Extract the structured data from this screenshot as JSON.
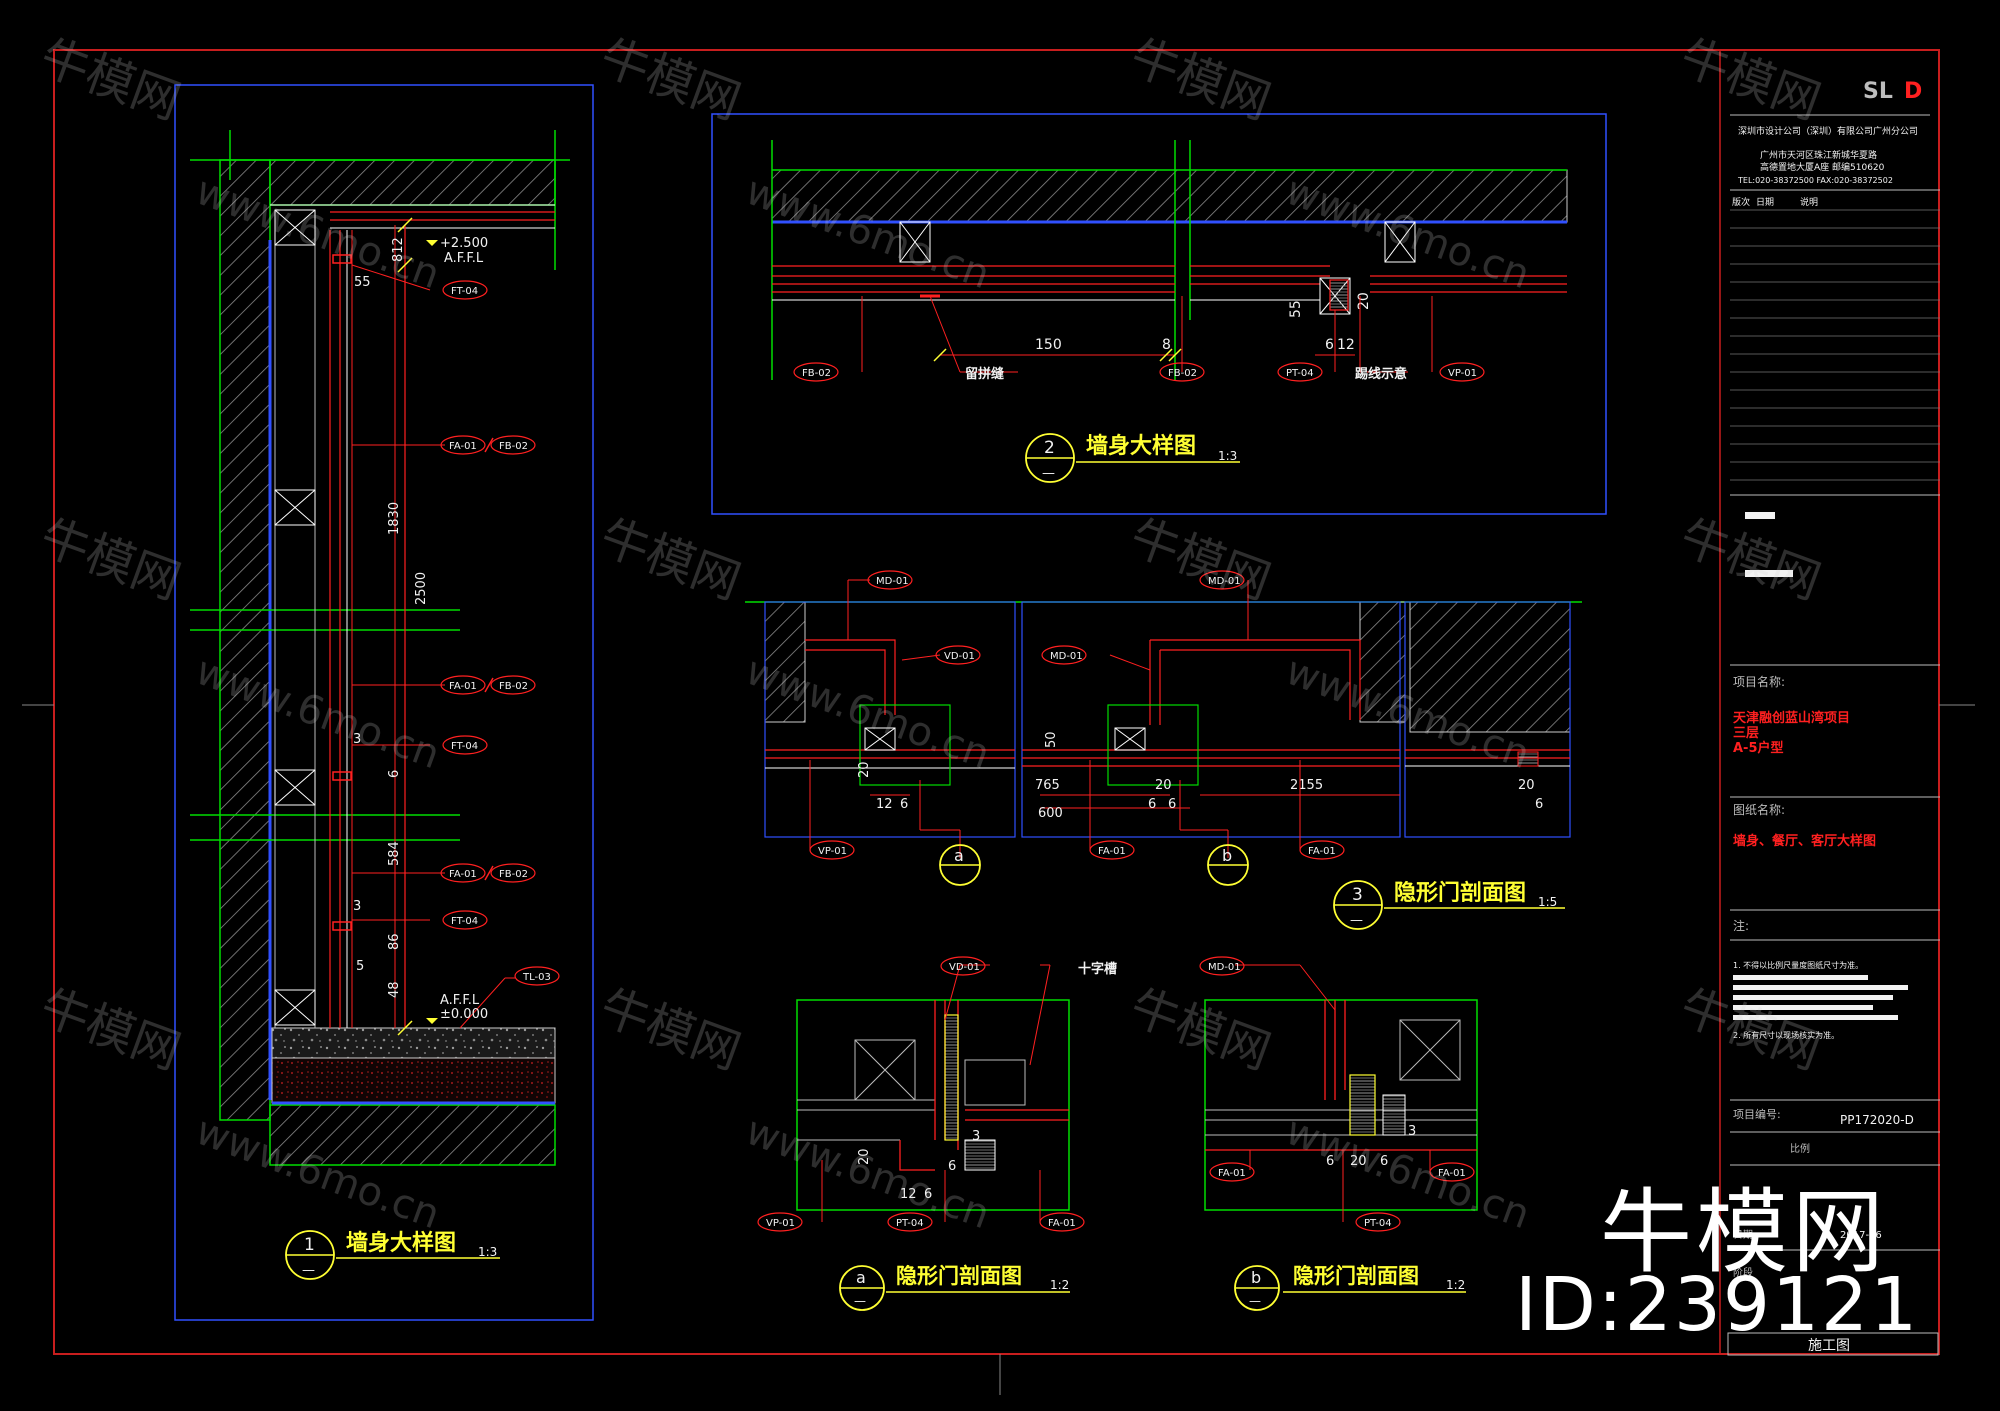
{
  "logo": {
    "text_a": "SL",
    "text_b": "D"
  },
  "title_block": {
    "company": "深圳市设计公司（深圳）有限公司广州分公司",
    "address_line1": "广州市天河区珠江新城华夏路",
    "address_line2": "高德置地大厦A座 邮编510620",
    "phone": "TEL:020-38372500 FAX:020-38372502",
    "revision_header": [
      "版次",
      "日期",
      "说明"
    ],
    "project_name_label": "项目名称:",
    "project_name_lines": [
      "天津融创蓝山湾项目",
      "三层",
      "A-5户型"
    ],
    "drawing_name_label": "图纸名称:",
    "drawing_name": "墙身、餐厅、客厅大样图",
    "notes_label": "注:",
    "notes_line1": "1. 不得以比例尺量度图纸尺寸为准。",
    "notes_line2": "2. 所有尺寸以现场核实为准。",
    "project_no_label": "项目编号:",
    "project_no": "PP172020-D",
    "scale_label": "比例",
    "date_label": "日期",
    "date_value": "2017-06",
    "phase_label": "阶段",
    "phase": "施工图"
  },
  "drawings": [
    {
      "no": "1",
      "sub": "—",
      "title": "墙身大样图",
      "scale": "1:3"
    },
    {
      "no": "2",
      "sub": "—",
      "title": "墙身大样图",
      "scale": "1:3"
    },
    {
      "no": "3",
      "sub": "—",
      "title": "隐形门剖面图",
      "scale": "1:5"
    },
    {
      "no": "a",
      "sub": "—",
      "title": "隐形门剖面图",
      "scale": "1:2"
    },
    {
      "no": "b",
      "sub": "—",
      "title": "隐形门剖面图",
      "scale": "1:2"
    }
  ],
  "detail1": {
    "level_top": "+2.500",
    "level_top_sub": "A.F.F.L",
    "level_bottom": "A.F.F.L",
    "level_bottom_sub": "±0.000",
    "dims": [
      "812",
      "55",
      "1830",
      "2500",
      "3",
      "6",
      "584",
      "3",
      "86",
      "5",
      "48"
    ],
    "tags": {
      "ft04": "FT-04",
      "fa01": "FA-01",
      "fb02": "FB-02",
      "tl03": "TL-03"
    }
  },
  "detail2": {
    "dims": [
      "150",
      "8",
      "55",
      "20",
      "6",
      "12"
    ],
    "tags": [
      "FB-02",
      "FB-02",
      "PT-04",
      "VP-01"
    ],
    "notes": [
      "留拼缝",
      "踢线示意"
    ]
  },
  "detail3": {
    "dims": [
      "20",
      "12",
      "6",
      "50",
      "765",
      "600",
      "6",
      "6",
      "20",
      "2155",
      "20",
      "6"
    ],
    "tags": [
      "MD-01",
      "MD-01",
      "MD-01",
      "VD-01",
      "VP-01",
      "FA-01",
      "FA-01"
    ],
    "callouts": [
      "a",
      "b"
    ]
  },
  "detailA": {
    "note": "十字槽",
    "dims": [
      "20",
      "12",
      "6",
      "6",
      "3"
    ],
    "tags": [
      "VD-01",
      "VP-01",
      "PT-04",
      "FA-01"
    ]
  },
  "detailB": {
    "dims": [
      "6",
      "20",
      "6",
      "3"
    ],
    "tags": [
      "MD-01",
      "FA-01",
      "PT-04",
      "FA-01"
    ]
  },
  "watermark": {
    "cn": "牛模网",
    "url": "www.6mo.cn"
  },
  "brand": {
    "name": "牛模网",
    "id": "ID:239121"
  },
  "colors": {
    "bg": "#000000",
    "red": "#ff2020",
    "green": "#00dd00",
    "yellow": "#ffff33",
    "blue": "#3050ff",
    "white": "#f2f2f2",
    "frame": "#c81e1e"
  }
}
